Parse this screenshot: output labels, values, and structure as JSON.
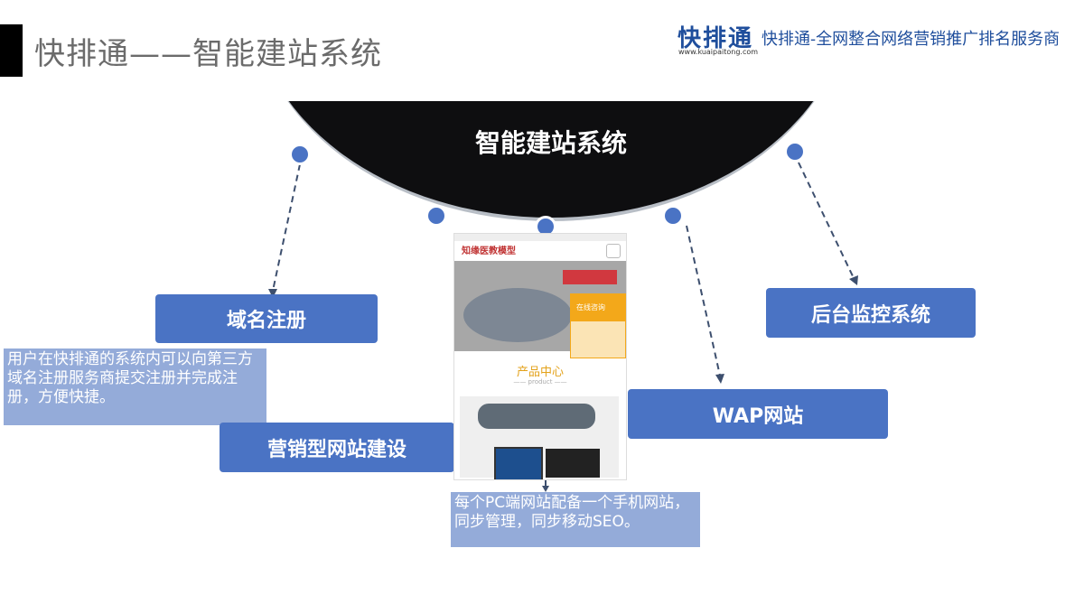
{
  "header": {
    "title": "快排通——智能建站系统",
    "logo_text": "快排通",
    "logo_url": "www.kuaipaitong.com",
    "tagline": "快排通-全网整合网络营销推广排名服务商"
  },
  "diagram": {
    "center_title": "智能建站系统",
    "nodes": [
      {
        "id": "domain",
        "label": "域名注册"
      },
      {
        "id": "marketing",
        "label": "营销型网站建设"
      },
      {
        "id": "wap",
        "label": "WAP网站"
      },
      {
        "id": "backend",
        "label": "后台监控系统"
      }
    ],
    "notes": {
      "domain": "用户在快排通的系统内可以向第三方域名注册服务商提交注册并完成注册，方便快捷。",
      "mobile": "每个PC端网站配备一个手机网站，同步管理，同步移动SEO。"
    }
  },
  "phone_preview": {
    "brand": "知缘医教模型",
    "section_title": "产品中心",
    "section_sub": "—— product ——",
    "chat_label": "在线咨询"
  },
  "colors": {
    "accent": "#4a73c4",
    "note_bg": "#94abd9",
    "dome": "#0e0e10"
  }
}
